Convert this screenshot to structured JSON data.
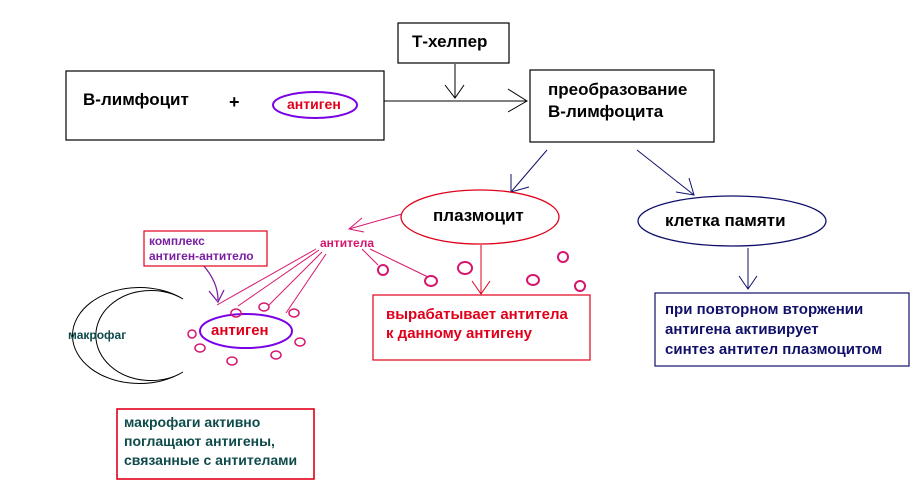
{
  "diagram": {
    "t_helper": "Т-хелпер",
    "b_lymphocyte": "В-лимфоцит",
    "plus": "+",
    "antigen_top": "антиген",
    "transformation_line1": "преобразование",
    "transformation_line2": "В-лимфоцита",
    "plasmocyte": "плазмоцит",
    "memory_cell": "клетка памяти",
    "antibodies": "антитела",
    "complex_line1": "комплекс",
    "complex_line2": "антиген-антитело",
    "macrophage": "макрофаг",
    "antigen_bottom": "антиген",
    "produces_line1": "вырабатывает антитела",
    "produces_line2": "к данному антигену",
    "memory_note_line1": "при повторном вторжении",
    "memory_note_line2": "антигена активирует",
    "memory_note_line3": "синтез антител плазмоцитом",
    "macrophage_note_line1": "макрофаги активно",
    "macrophage_note_line2": "поглащают антигены,",
    "macrophage_note_line3": "связанные с антителами"
  },
  "colors": {
    "black": "#000000",
    "purple": "#7b1fa2",
    "red": "#e0001b",
    "magenta": "#d5166e",
    "navy": "#10106b",
    "teal": "#0e4a4a",
    "violet": "#7a00e6"
  }
}
